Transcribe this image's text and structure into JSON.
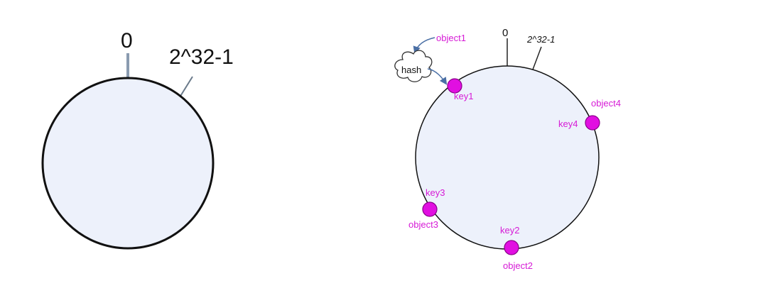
{
  "left_ring": {
    "zero_label": "0",
    "max_label": "2^32-1"
  },
  "right_ring": {
    "zero_label": "0",
    "max_label": "2^32-1",
    "hash_label": "hash",
    "incoming_object_label": "object1",
    "nodes": [
      {
        "key": "key1",
        "object": "object1"
      },
      {
        "key": "key4",
        "object": "object4"
      },
      {
        "key": "key3",
        "object": "object3"
      },
      {
        "key": "key2",
        "object": "object2"
      }
    ]
  },
  "colors": {
    "ring_fill": "#edf1fb",
    "ring_stroke": "#111111",
    "node_fill": "#e10fe1",
    "node_stroke": "#8a008a",
    "label_magenta": "#d61ad6",
    "arrow": "#4a6fa5"
  }
}
